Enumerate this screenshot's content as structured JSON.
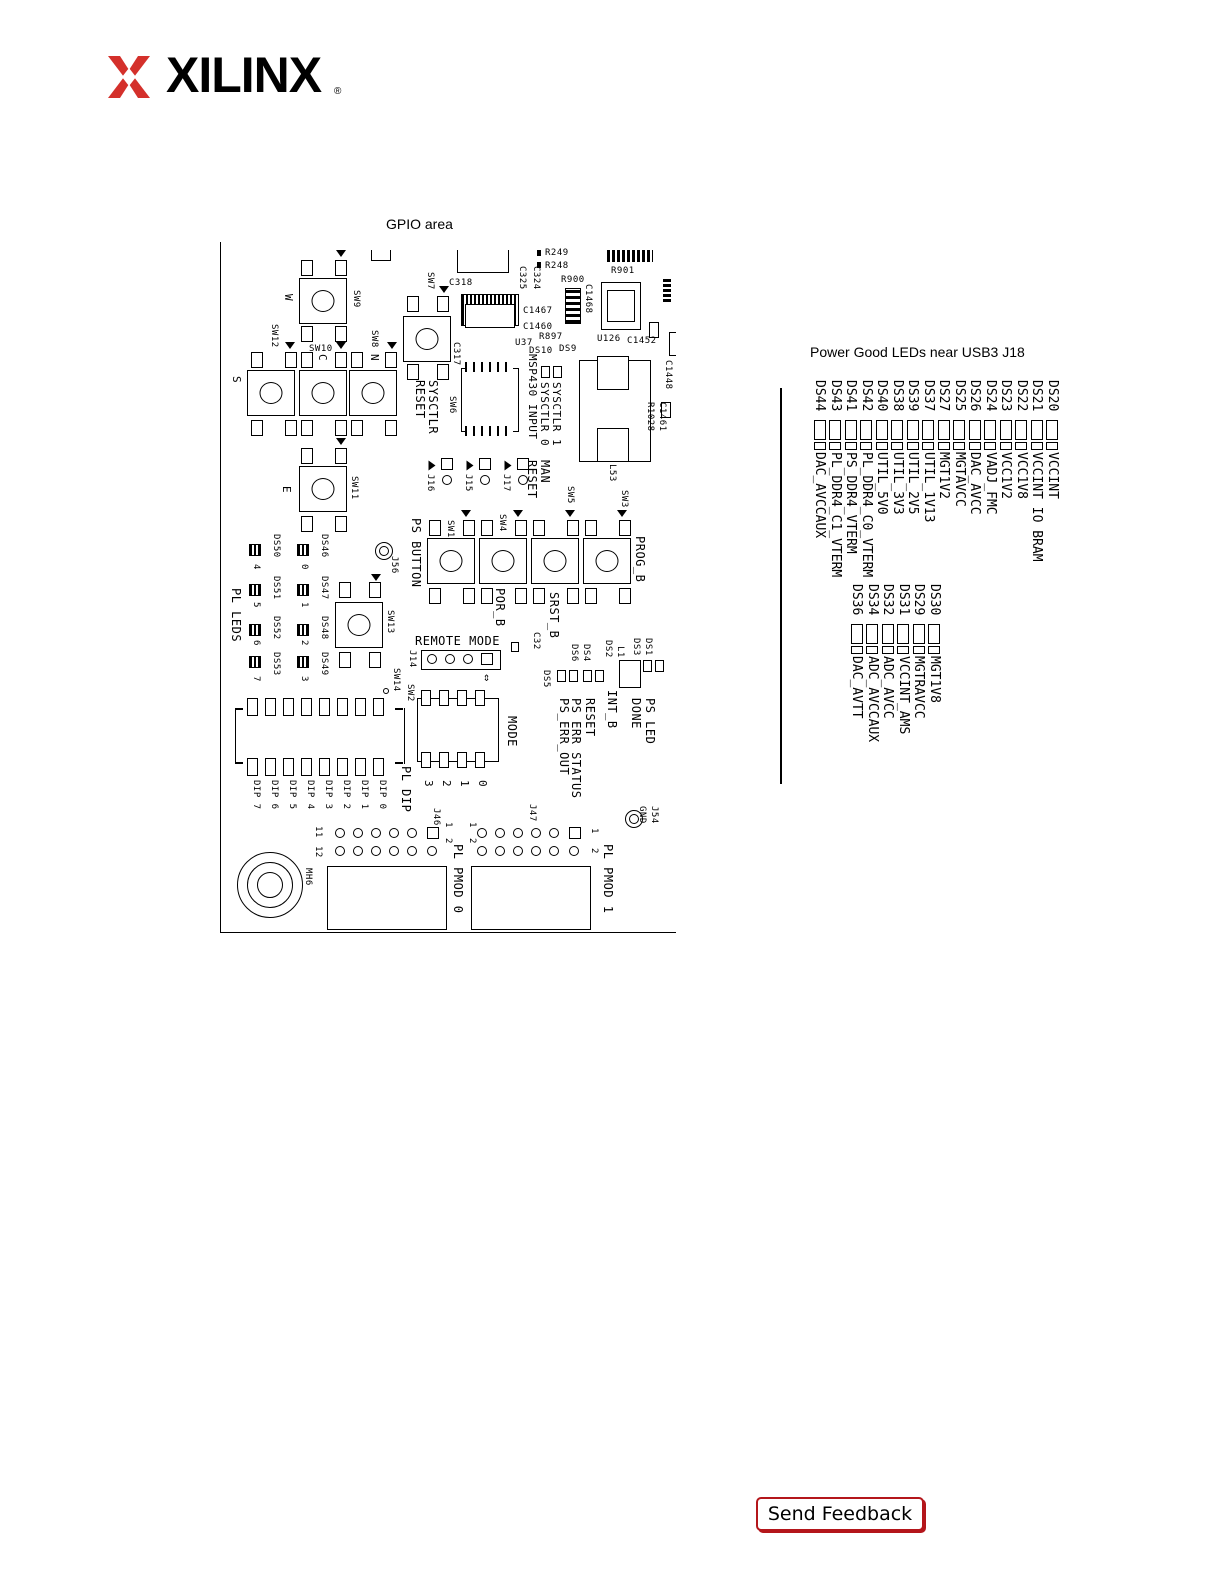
{
  "header": {
    "logo_text": "XILINX",
    "registered": "®"
  },
  "figure": {
    "gpio_caption": "GPIO area",
    "pg_caption": "Power Good LEDs near USB3 J18",
    "gpio_labels": {
      "sw9": "SW9",
      "sw10": "SW10",
      "sw12": "SW12",
      "sw8": "SW8",
      "sw7": "SW7",
      "sw11": "SW11",
      "sw13": "SW13",
      "sw14": "SW14",
      "sw6": "SW6",
      "w": "W",
      "n": "N",
      "c": "C",
      "s": "S",
      "e": "E",
      "sysctlr_reset": "SYSCTLR RESET",
      "msp430_input": "MSP430 INPUT",
      "sysctlr_0": "SYSCTLR 0",
      "sysctlr_1": "SYSCTLR 1",
      "man_reset": "MAN RESET",
      "j16": "J16",
      "j15": "J15",
      "j17": "J17",
      "sw1": "SW1",
      "sw4": "SW4",
      "sw5": "SW5",
      "sw3": "SW3",
      "ps_button": "PS BUTTON",
      "por_b": "POR_B",
      "srst_b": "SRST_B",
      "prog_b": "PROG_B",
      "j56": "J56",
      "c32": "C32",
      "remote_mode": "REMOTE MODE",
      "j14": "J14",
      "sw2": "SW2",
      "mode": "MODE",
      "ds1": "DS1",
      "ds3": "DS3",
      "ds2": "DS2",
      "ds4": "DS4",
      "ds6": "DS6",
      "ds5": "DS5",
      "l1": "L1",
      "ps_led": "PS LED",
      "done": "DONE",
      "int_b": "INT_B",
      "reset": "RESET",
      "ps_err_status": "PS ERR STATUS",
      "ps_err_out": "PS_ERR_OUT",
      "ds50": "DS50",
      "ds46": "DS46",
      "ds51": "DS51",
      "ds47": "DS47",
      "ds52": "DS52",
      "ds48": "DS48",
      "ds53": "DS53",
      "ds49": "DS49",
      "pl_leds": "PL LEDS",
      "pl_dip": "PL DIP",
      "dip0": "DIP 0",
      "dip1": "DIP 1",
      "dip2": "DIP 2",
      "dip3": "DIP 3",
      "dip4": "DIP 4",
      "dip5": "DIP 5",
      "dip6": "DIP 6",
      "dip7": "DIP 7",
      "j46": "J46",
      "j47": "J47",
      "j54": "J54",
      "gnd": "GND",
      "mh6": "MH6",
      "pl_pmod0": "PL PMOD 0",
      "pl_pmod1": "PL PMOD 1",
      "r249": "R249",
      "r248": "R248",
      "c318": "C318",
      "c324": "C324",
      "c325": "C325",
      "r900": "R900",
      "c1468": "C1468",
      "c1467": "C1467",
      "c1460": "C1460",
      "r897": "R897",
      "r901": "R901",
      "u126": "U126",
      "c1452": "C1452",
      "c1448": "C1448",
      "c1461": "C1461",
      "r1028": "R1028",
      "l53": "L53",
      "u37": "U37",
      "ds10": "DS10",
      "ds9": "DS9",
      "c317": "C317",
      "led_0": "0",
      "led_1": "1",
      "led_2": "2",
      "led_3": "3",
      "led_4": "4",
      "led_5": "5",
      "led_6": "6",
      "led_7": "7",
      "mode_0": "0",
      "mode_1": "1",
      "mode_2": "2",
      "mode_3": "3",
      "pin_1a": "1",
      "pin_2a": "2",
      "pin_11": "11",
      "pin_12": "12",
      "pin_1b": "1",
      "pin_2b": "2",
      "pin_1c": "1",
      "pin_2c": "2"
    },
    "pg_column1": [
      {
        "ref": "DS20",
        "rail": "VCCINT"
      },
      {
        "ref": "DS21",
        "rail": "VCCINT IO BRAM"
      },
      {
        "ref": "DS22",
        "rail": "VCC1V8"
      },
      {
        "ref": "DS23",
        "rail": "VCC1V2"
      },
      {
        "ref": "DS24",
        "rail": "VADJ_FMC"
      },
      {
        "ref": "DS26",
        "rail": "DAC_AVCC"
      },
      {
        "ref": "DS25",
        "rail": "MGTAVCC"
      },
      {
        "ref": "DS27",
        "rail": "MGT1V2"
      },
      {
        "ref": "DS37",
        "rail": "UTIL_1V13"
      },
      {
        "ref": "DS39",
        "rail": "UTIL_2V5"
      },
      {
        "ref": "DS38",
        "rail": "UTIL_3V3"
      },
      {
        "ref": "DS40",
        "rail": "UTIL_5V0"
      },
      {
        "ref": "DS42",
        "rail": "PL_DDR4_C0_VTERM"
      },
      {
        "ref": "DS41",
        "rail": "PS_DDR4_VTERM"
      },
      {
        "ref": "DS43",
        "rail": "PL_DDR4_C1_VTERM"
      },
      {
        "ref": "DS44",
        "rail": "DAC_AVCCAUX"
      }
    ],
    "pg_column2": [
      {
        "ref": "DS30",
        "rail": "MGT1V8"
      },
      {
        "ref": "DS29",
        "rail": "MGTRAVCC"
      },
      {
        "ref": "DS31",
        "rail": "VCCINT_AMS"
      },
      {
        "ref": "DS32",
        "rail": "ADC_AVCC"
      },
      {
        "ref": "DS34",
        "rail": "ADC_AVCCAUX"
      },
      {
        "ref": "DS36",
        "rail": "DAC_AVTT"
      }
    ]
  },
  "footer": {
    "feedback_label": "Send Feedback"
  }
}
